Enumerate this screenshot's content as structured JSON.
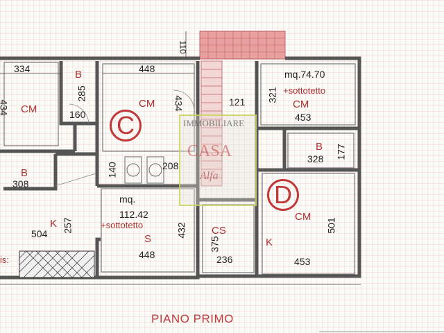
{
  "title": "PIANO PRIMO",
  "watermark": {
    "top": "IMMOBILIARE",
    "middle": "CASA",
    "bottom": "Alfa"
  },
  "unit_markers": {
    "c": "C",
    "d": "D"
  },
  "rooms": {
    "cm1": "CM",
    "b1": "B",
    "cm2": "CM",
    "b2": "B",
    "k1": "K",
    "cm3": "CM",
    "b3": "B",
    "cm4": "CM",
    "cs": "CS",
    "k2": "K",
    "s": "S"
  },
  "areas": {
    "c_mq": "mq.",
    "c_value": "112.42",
    "c_sottotetto": "+sottotetto",
    "d_line": "mq.74.70",
    "d_sottotetto": "+sottotetto"
  },
  "dims": {
    "d334": "334",
    "d448a": "448",
    "d285": "285",
    "d434a": "434",
    "d434b": "434",
    "d160": "160",
    "d121": "121",
    "d321": "321",
    "d453a": "453",
    "d328": "328",
    "d177": "177",
    "d140": "140",
    "d208": "208",
    "d308": "308",
    "d257": "257",
    "d504": "504",
    "d432": "432",
    "d448b": "448",
    "d375": "375",
    "d236": "236",
    "d501": "501",
    "d453b": "453",
    "d110": "110"
  },
  "partial_label": "is:",
  "colors": {
    "wall": "#555555",
    "label": "#b03030",
    "marker": "#c03a3a"
  }
}
